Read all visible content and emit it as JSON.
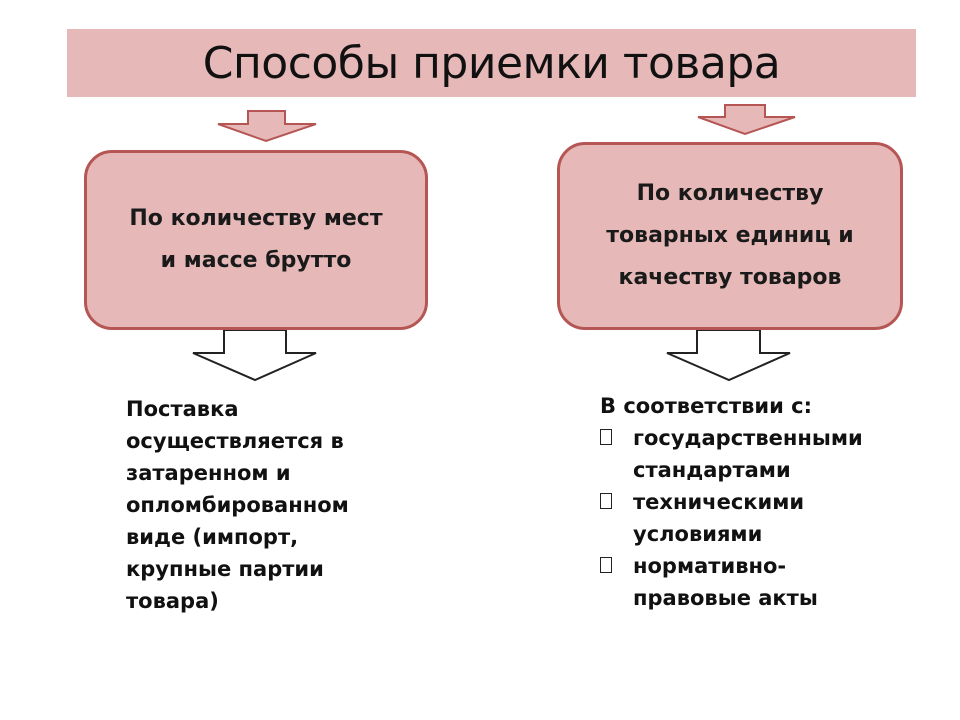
{
  "title": "Способы приемки товара",
  "colors": {
    "title_bg": "#e6b9b8",
    "box_fill": "#e6b9b8",
    "box_border": "#b55654",
    "arrow_outline": "#b55654"
  },
  "left_box": {
    "lines": [
      "По количеству мест",
      "и массе брутто"
    ]
  },
  "right_box": {
    "lines": [
      "По количеству",
      "товарных единиц и",
      "качеству товаров"
    ]
  },
  "left_text": {
    "lines": [
      "Поставка",
      "осуществляется в",
      "затаренном и",
      "опломбированном",
      "виде (импорт,",
      "крупные партии",
      "товара)"
    ]
  },
  "right_text": {
    "heading": "В соответствии с:",
    "items": [
      {
        "line1": "государственными",
        "line2": "стандартами"
      },
      {
        "line1": "техническими",
        "line2": "условиями"
      },
      {
        "line1": "нормативно-",
        "line2": "правовые акты"
      }
    ]
  }
}
